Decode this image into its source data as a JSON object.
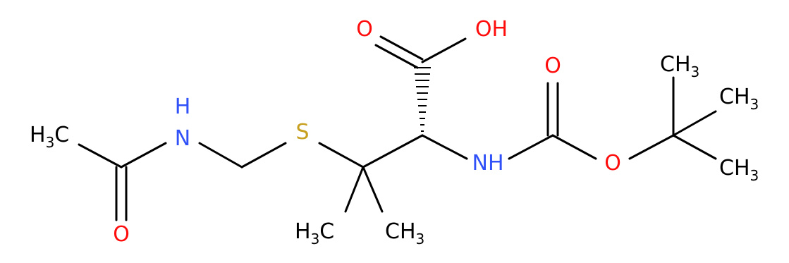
{
  "labels": {
    "h3c_left": "H3C",
    "nh_left_n": "N",
    "nh_left_h": "H",
    "o_left": "O",
    "s": "S",
    "o_acid_top": "O",
    "oh": "OH",
    "nh_right": "NH",
    "o_carbonyl": "O",
    "o_ester": "O",
    "ch3_top": "CH3",
    "ch3_mid": "CH3",
    "ch3_bottom": "CH3",
    "h3c_bottom": "H3C",
    "ch3_bottom_center": "CH3"
  },
  "colors": {
    "bond": "#000000",
    "oxygen": "#ff0d0d",
    "nitrogen": "#3050f8",
    "sulfur": "#c8a020",
    "carbon_label": "#000000"
  }
}
